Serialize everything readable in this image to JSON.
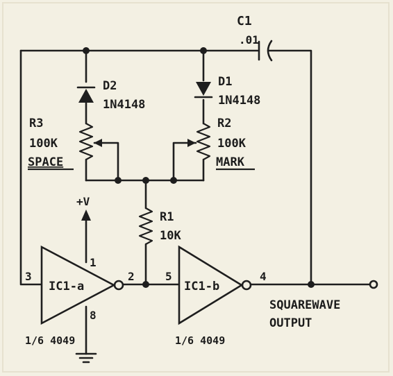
{
  "components": {
    "c1": {
      "ref": "C1",
      "value": ".01"
    },
    "d2": {
      "ref": "D2",
      "part": "1N4148"
    },
    "d1": {
      "ref": "D1",
      "part": "1N4148"
    },
    "r3": {
      "ref": "R3",
      "value": "100K",
      "function": "SPACE"
    },
    "r2": {
      "ref": "R2",
      "value": "100K",
      "function": "MARK"
    },
    "r1": {
      "ref": "R1",
      "value": "10K"
    },
    "ic1a": {
      "ref": "IC1-a",
      "part": "1/6 4049",
      "pin_in": "3",
      "pin_out": "2",
      "pin_vcc": "1",
      "pin_gnd": "8"
    },
    "ic1b": {
      "ref": "IC1-b",
      "part": "1/6 4049",
      "pin_in": "5",
      "pin_out": "4"
    }
  },
  "supply": {
    "label": "+V"
  },
  "output": {
    "line1": "SQUAREWAVE",
    "line2": "OUTPUT"
  }
}
